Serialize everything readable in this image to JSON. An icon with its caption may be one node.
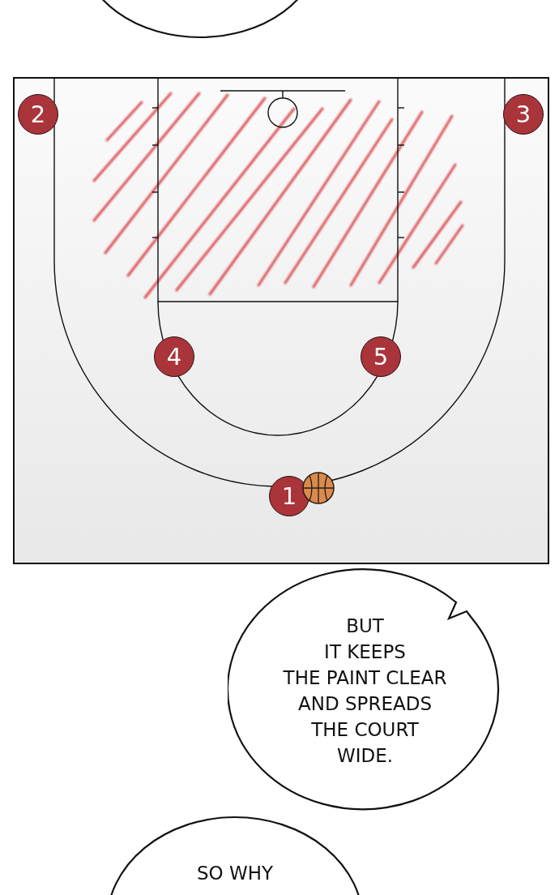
{
  "diagram": {
    "nodes": [
      {
        "text": [],
        "shape": "ellipse"
      },
      {
        "text": [
          "2"
        ]
      },
      {
        "text": [
          "3"
        ]
      },
      {
        "text": [
          "4"
        ]
      },
      {
        "text": [
          "5"
        ]
      },
      {
        "text": [
          "1"
        ]
      },
      {
        "text": [
          "BUT IT KEEPS THE PAINT CLEAR AND SPREADS THE COURT WIDE."
        ]
      },
      {
        "text": [
          "SO WHY"
        ]
      }
    ]
  }
}
